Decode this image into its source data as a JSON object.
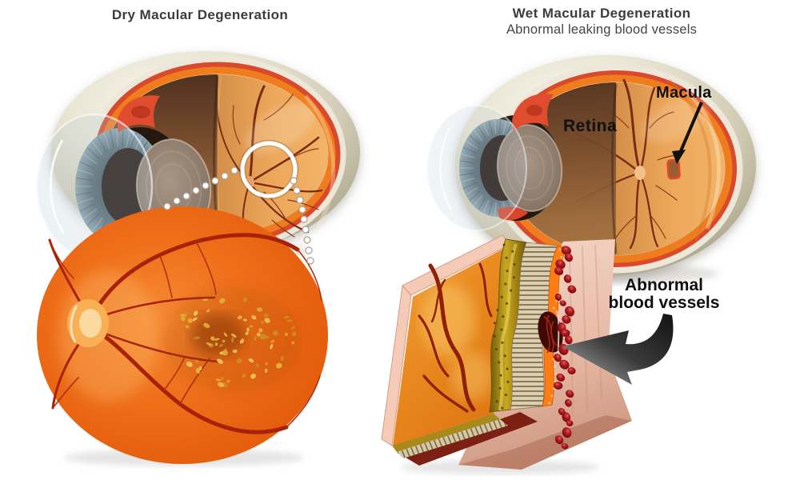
{
  "panels": {
    "dry": {
      "title": "Dry Macular Degeneration"
    },
    "wet": {
      "title": "Wet Macular Degeneration",
      "subtitle": "Abnormal leaking blood vessels",
      "labels": {
        "retina": "Retina",
        "macula": "Macula",
        "abnormal_line1": "Abnormal",
        "abnormal_line2": "blood vessels"
      }
    }
  },
  "colors": {
    "title_text": "#3c3c3c",
    "subtitle_text": "#454545",
    "label_text": "#101010",
    "sclera_beige": "#d9d3c0",
    "choroid_red": "#dd4a2c",
    "retina_rim_orange": "#ef7d1e",
    "retina_surface": "#e39a50",
    "vitreous_brown": "#8a5c38",
    "fundus_orange": "#ee6c14",
    "vessel_red": "#a8220a",
    "drusen_yellow": "#e2b136",
    "blood_cell_red": "#8c0e12",
    "rpe_orange": "#ff7d14",
    "photoreceptor_gold": "#c9a820",
    "sclera_slab_pink": "#eec4b0",
    "arrow_gray": "#4a4a4a",
    "highlight_circle": "#ffffff"
  }
}
